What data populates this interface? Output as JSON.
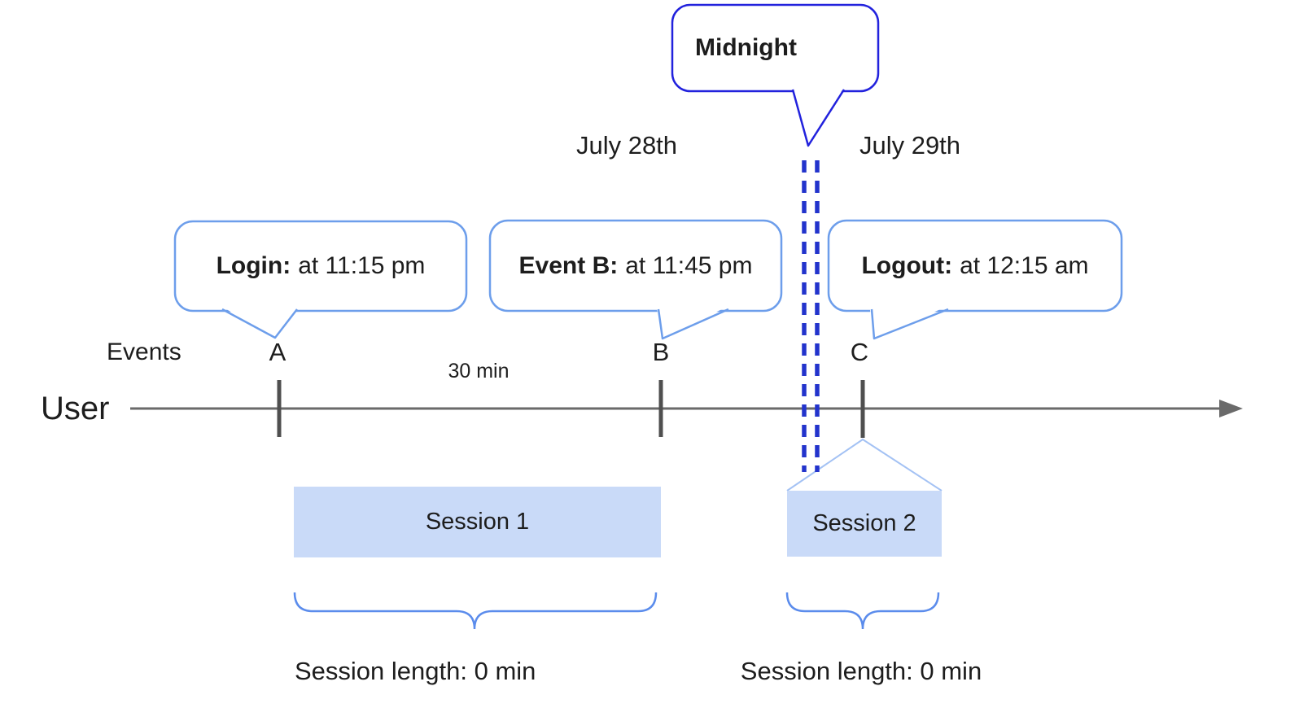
{
  "dates": {
    "left_label": "July 28th",
    "right_label": "July 29th"
  },
  "midnight_callout": {
    "label": "Midnight"
  },
  "callouts": [
    {
      "event": "A",
      "bold": "Login:",
      "rest": "at 11:15 pm"
    },
    {
      "event": "B",
      "bold": "Event B:",
      "rest": "at 11:45 pm"
    },
    {
      "event": "C",
      "bold": "Logout:",
      "rest": "at 12:15 am"
    }
  ],
  "timeline": {
    "events_label": "Events",
    "user_label": "User",
    "interval_label": "30 min",
    "event_markers": [
      "A",
      "B",
      "C"
    ]
  },
  "sessions": [
    {
      "label": "Session 1",
      "length_label": "Session length: 0 min"
    },
    {
      "label": "Session 2",
      "length_label": "Session length: 0 min"
    }
  ],
  "colors": {
    "callout_border_blue": "#6d9eeb",
    "midnight_border_blue": "#2222dd",
    "midnight_dash_blue": "#2233cc",
    "session_fill_blue": "#c9daf8",
    "expander_stroke_blue": "#a4c2f4",
    "brace_blue": "#5b8cec",
    "timeline_gray": "#6a6a6a",
    "tick_gray": "#4f4f4f"
  }
}
